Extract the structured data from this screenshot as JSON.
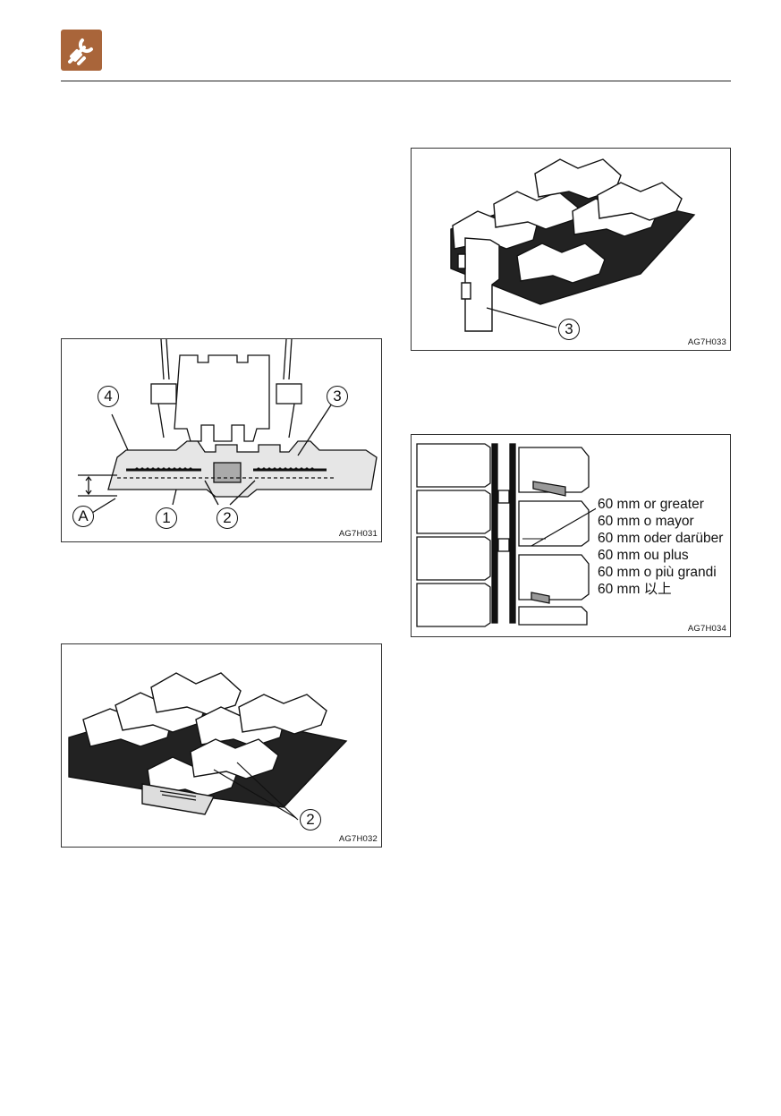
{
  "header": {
    "icon": "wrench-maintenance-icon"
  },
  "figures": {
    "fig1": {
      "code": "AG7H031",
      "callouts": {
        "c4": "4",
        "c3": "3",
        "cA": "A",
        "c1": "1",
        "c2": "2"
      }
    },
    "fig2": {
      "code": "AG7H032",
      "callouts": {
        "c2": "2"
      }
    },
    "fig3": {
      "code": "AG7H033",
      "callouts": {
        "c3": "3"
      }
    },
    "fig4": {
      "code": "AG7H034",
      "labels": [
        "60 mm or greater",
        "60 mm o mayor",
        "60 mm oder darüber",
        "60 mm ou plus",
        "60 mm o più grandi",
        "60 mm 以上"
      ]
    }
  }
}
